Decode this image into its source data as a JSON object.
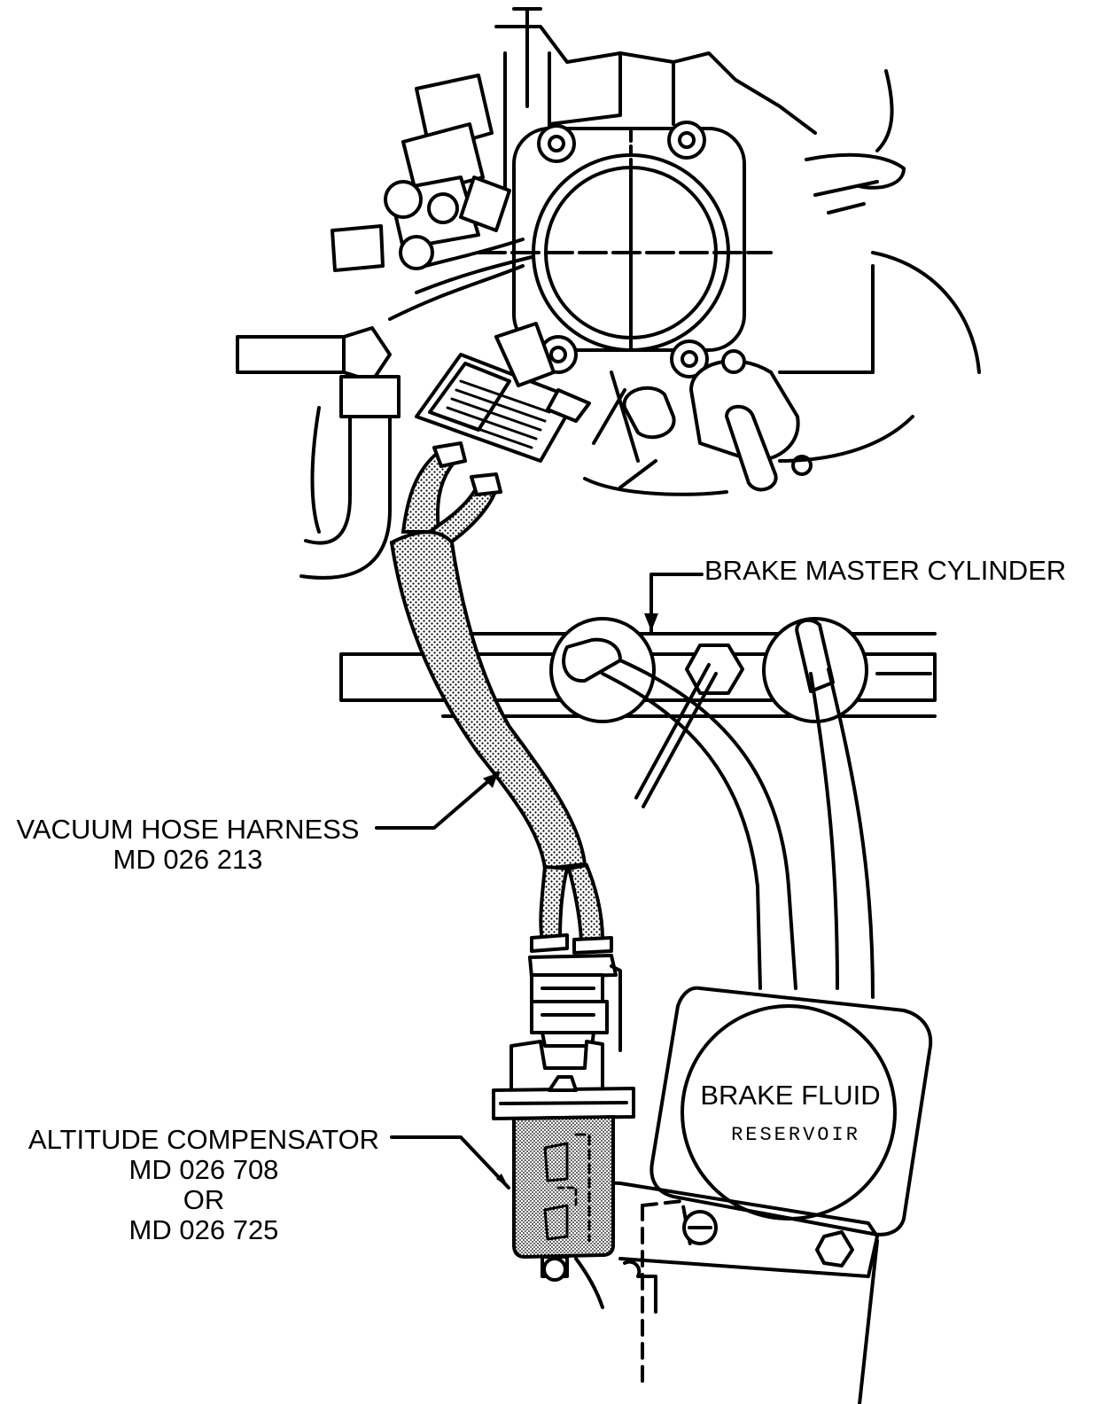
{
  "labels": {
    "brake_master_cylinder": "BRAKE MASTER CYLINDER",
    "vacuum_hose_harness": {
      "line1": "VACUUM HOSE HARNESS",
      "line2": "MD 026 213"
    },
    "altitude_compensator": {
      "line1": "ALTITUDE COMPENSATOR",
      "line2": "MD 026 708",
      "line3": "OR",
      "line4": "MD 026 725"
    },
    "brake_fluid_reservoir": {
      "line1": "BRAKE FLUID",
      "line2": "RESERVOIR"
    }
  },
  "colors": {
    "ink": "#000000",
    "paper": "#ffffff",
    "shading": "#b0b0b0"
  }
}
